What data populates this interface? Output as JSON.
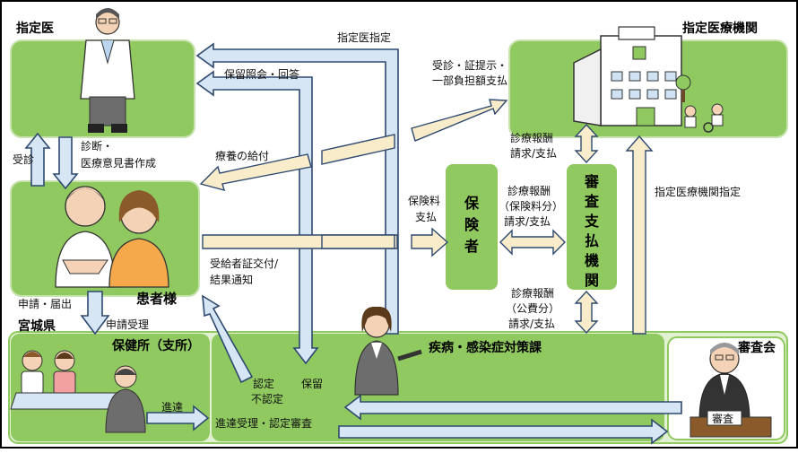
{
  "colors": {
    "green_box": "#8fc95f",
    "green_light": "#e3f1d3",
    "blue_arrow": "#d6e6f5",
    "blue_stroke": "#2f4a70",
    "cream_arrow": "#f8eccb",
    "skin": "#f4d2b5"
  },
  "titles": {
    "shitei_i": "指定医",
    "shitei_kikan": "指定医療機関",
    "kanja": "患者様",
    "miyagi": "宮城県",
    "hokenjo": "保健所（支所）",
    "shinsakai": "審査会",
    "ka": "疾病・感染症対策課"
  },
  "insurer": {
    "chars": [
      "保",
      "険",
      "者"
    ]
  },
  "payer": {
    "chars": [
      "審",
      "査",
      "支",
      "払",
      "機",
      "関"
    ]
  },
  "labels": {
    "shitei_i_shitei": "指定医指定",
    "horyu_shokai": "保留照会・回答",
    "jushin_1": "受診・証提示・",
    "jushin_2": "一部負担額支払",
    "jushin": "受診",
    "shindan_1": "診断・",
    "shindan_2": "医療意見書作成",
    "ryoyo": "療養の給付",
    "hokenryo_1": "保険料",
    "hokenryo_2": "支払",
    "hoshu_top_1": "診療報酬",
    "hoshu_top_2": "請求/支払",
    "hoshu_mid_1": "診療報酬",
    "hoshu_mid_2": "（保険料分）",
    "hoshu_mid_3": "請求/支払",
    "hoshu_low_1": "診療報酬",
    "hoshu_low_2": "（公費分）",
    "hoshu_low_3": "請求/支払",
    "kikan_shitei": "指定医療機関指定",
    "jukyu_1": "受給者証交付/",
    "jukyu_2": "結果通知",
    "shinsei": "申請・届出",
    "shinsei_juri": "申請受理",
    "shintatsu": "進達",
    "shintatsu_juri": "進達受理・認定審査",
    "nintei": "認定",
    "horyu": "保留",
    "fu_nintei": "不認定",
    "shinsa": "審査"
  }
}
